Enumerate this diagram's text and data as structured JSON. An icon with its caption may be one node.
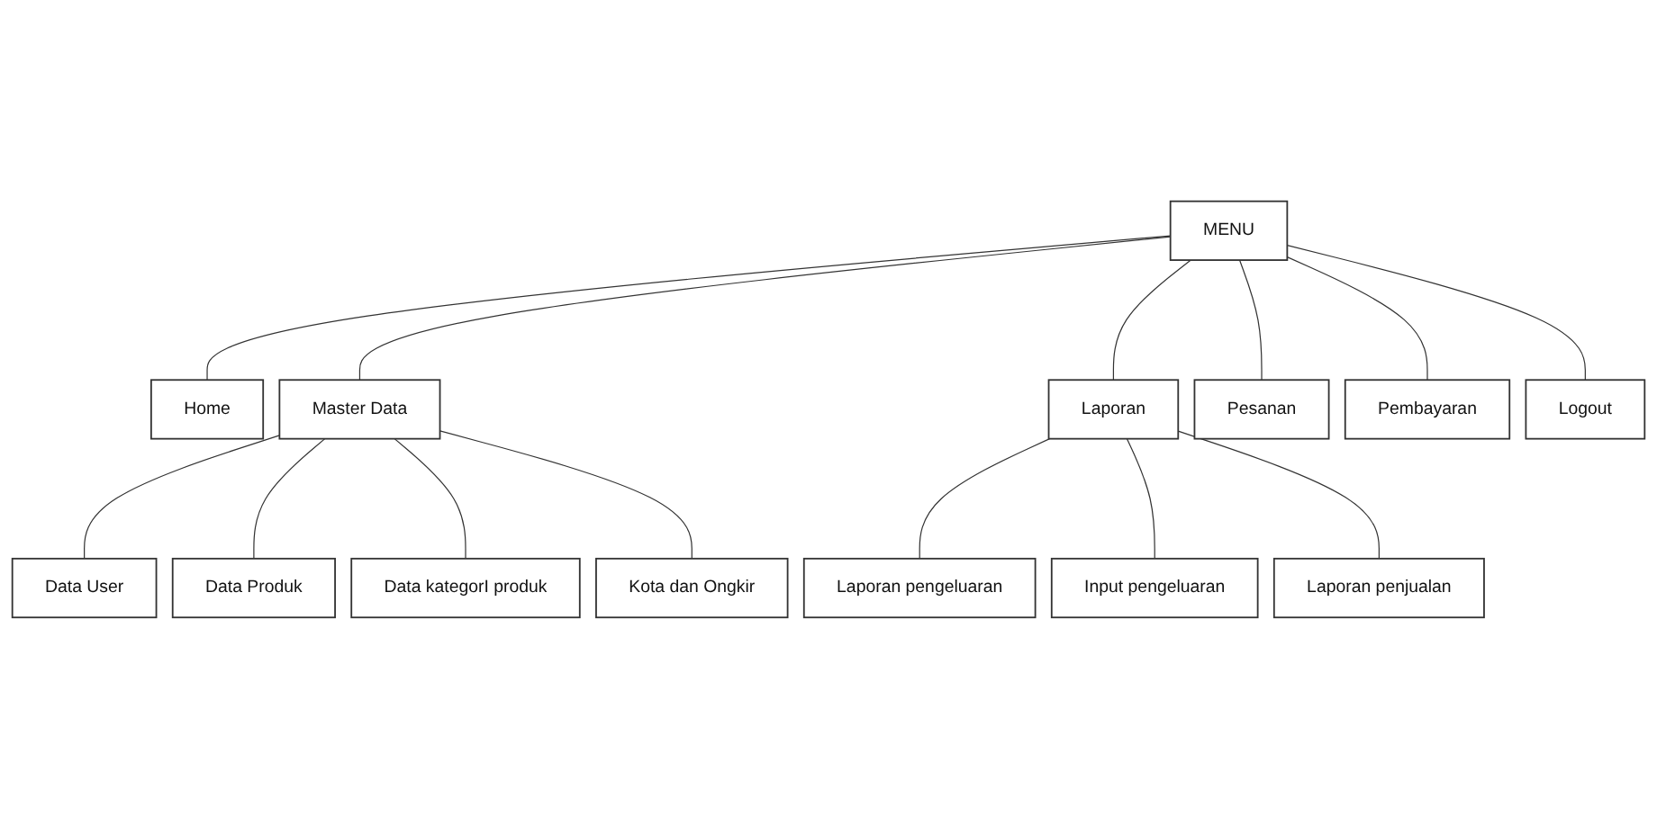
{
  "diagram": {
    "nodes": [
      {
        "text": [
          "MENU"
        ]
      },
      {
        "text": [
          "Home"
        ]
      },
      {
        "text": [
          "Master Data"
        ]
      },
      {
        "text": [
          "Laporan"
        ]
      },
      {
        "text": [
          "Pesanan"
        ]
      },
      {
        "text": [
          "Pembayaran"
        ]
      },
      {
        "text": [
          "Logout"
        ]
      },
      {
        "text": [
          "Data User"
        ]
      },
      {
        "text": [
          "Data Produk"
        ]
      },
      {
        "text": [
          "Data kategorI produk"
        ]
      },
      {
        "text": [
          "Kota dan Ongkir"
        ]
      },
      {
        "text": [
          "Laporan pengeluaran"
        ]
      },
      {
        "text": [
          "Input pengeluaran"
        ]
      },
      {
        "text": [
          "Laporan penjualan"
        ]
      }
    ],
    "edges": [
      {
        "from": 0,
        "to": 1,
        "arrow": "none"
      },
      {
        "from": 0,
        "to": 2,
        "arrow": "none"
      },
      {
        "from": 0,
        "to": 3,
        "arrow": "none"
      },
      {
        "from": 0,
        "to": 4,
        "arrow": "none"
      },
      {
        "from": 0,
        "to": 5,
        "arrow": "none"
      },
      {
        "from": 0,
        "to": 6,
        "arrow": "none"
      },
      {
        "from": 2,
        "to": 7,
        "arrow": "none"
      },
      {
        "from": 2,
        "to": 8,
        "arrow": "none"
      },
      {
        "from": 2,
        "to": 9,
        "arrow": "none"
      },
      {
        "from": 2,
        "to": 10,
        "arrow": "none"
      },
      {
        "from": 3,
        "to": 11,
        "arrow": "none"
      },
      {
        "from": 3,
        "to": 12,
        "arrow": "none"
      },
      {
        "from": 3,
        "to": 13,
        "arrow": "none"
      }
    ]
  }
}
